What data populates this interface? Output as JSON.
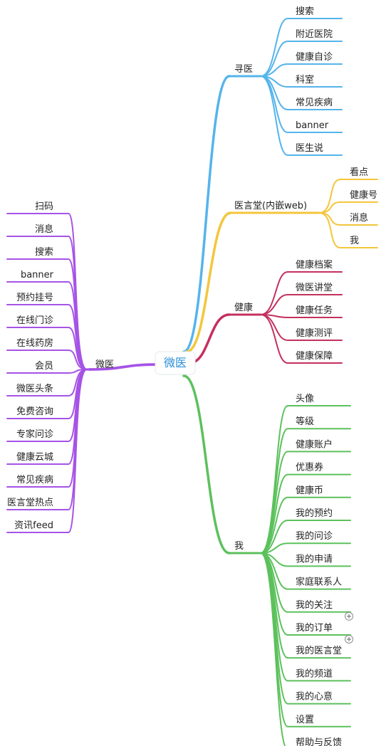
{
  "root": {
    "label": "微医"
  },
  "branches": [
    {
      "id": "xunyi",
      "label": "寻医",
      "color": "#55b4ec",
      "children": [
        "搜索",
        "附近医院",
        "健康自诊",
        "科室",
        "常见疾病",
        "banner",
        "医生说"
      ]
    },
    {
      "id": "yiyantang",
      "label": "医言堂(内嵌web)",
      "color": "#f4c63c",
      "children": [
        "看点",
        "健康号",
        "消息",
        "我"
      ]
    },
    {
      "id": "jiankang",
      "label": "健康",
      "color": "#c4305e",
      "children": [
        "健康档案",
        "微医讲堂",
        "健康任务",
        "健康测评",
        "健康保障"
      ]
    },
    {
      "id": "wo",
      "label": "我",
      "color": "#5cc15c",
      "children": [
        "头像",
        "等级",
        "健康账户",
        "优惠券",
        "健康币",
        "我的预约",
        "我的问诊",
        "我的申请",
        "家庭联系人",
        "我的关注",
        "我的订单",
        "我的医言堂",
        "我的频道",
        "我的心意",
        "设置",
        "帮助与反馈"
      ],
      "collapsed": [
        "我的关注",
        "我的订单"
      ]
    },
    {
      "id": "weiyi",
      "label": "微医",
      "color": "#a653e6",
      "children": [
        "扫码",
        "消息",
        "搜索",
        "banner",
        "预约挂号",
        "在线门诊",
        "在线药房",
        "会员",
        "微医头条",
        "免费咨询",
        "专家问诊",
        "健康云城",
        "常见疾病",
        "医言堂热点",
        "资讯feed"
      ]
    }
  ]
}
